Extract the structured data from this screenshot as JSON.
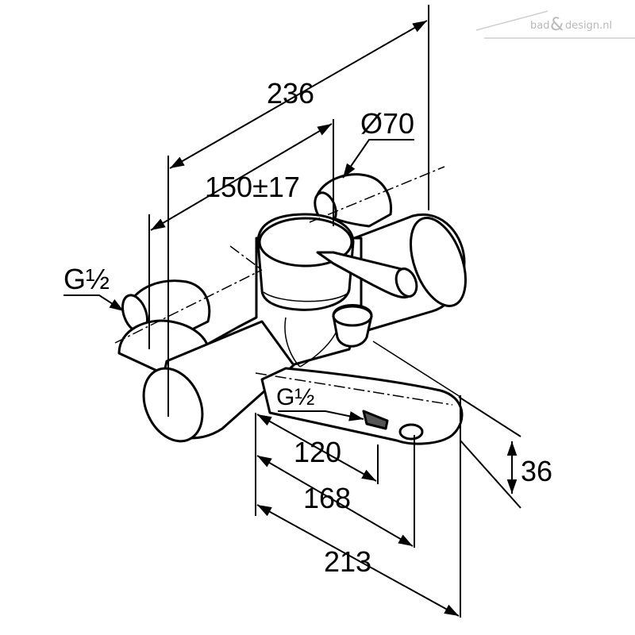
{
  "watermark": {
    "left": "bad",
    "amp": "&",
    "right": "design.nl"
  },
  "dimensions": {
    "overall_width": "236",
    "center_distance": "150±17",
    "handle_diameter": "Ø70",
    "inlet_thread": "G½",
    "outlet_thread": "G½",
    "outlet_offset_120": "120",
    "outlet_offset_168": "168",
    "spout_projection": "213",
    "spout_height": "36"
  }
}
